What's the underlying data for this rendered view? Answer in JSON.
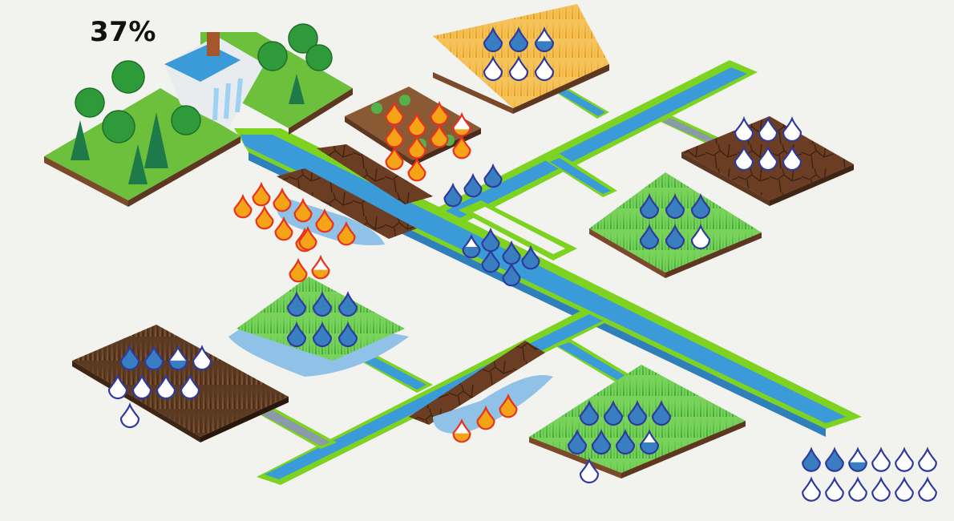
{
  "hud": {
    "percent_label": "37%",
    "reserve_drops": {
      "total": 12,
      "full": 2,
      "partial": 1,
      "partial_fill": 0.4
    }
  },
  "colors": {
    "background": "#f2f2ef",
    "canal_water": "#3b9ad8",
    "canal_bank": "#7ed321",
    "water_drop": "#3a7ec2",
    "drop_outline": "#2e3b9c",
    "fire_drop": "#f5a418",
    "fire_outline": "#e8321e",
    "crop_green": "#5cc84a",
    "wheat": "#f3b43a",
    "soil": "#7a4a2a"
  },
  "plots": [
    {
      "id": "forest-dam",
      "kind": "forest",
      "drops": []
    },
    {
      "id": "wheat-field",
      "kind": "wheat",
      "drop_type": "water",
      "drops": [
        {
          "fill": 1
        },
        {
          "fill": 1
        },
        {
          "fill": 0.45
        },
        {
          "fill": 0
        },
        {
          "fill": 0
        },
        {
          "fill": 0
        }
      ]
    },
    {
      "id": "carrot-field",
      "kind": "carrots",
      "drop_type": "fire",
      "drops": [
        {
          "fill": 1
        },
        {
          "fill": 1
        },
        {
          "fill": 1
        },
        {
          "fill": 0.3
        },
        {
          "fill": 1
        },
        {
          "fill": 1
        },
        {
          "fill": 1
        },
        {
          "fill": 1
        },
        {
          "fill": 1
        },
        {
          "fill": 1
        }
      ]
    },
    {
      "id": "dry-cracked-field",
      "kind": "dry",
      "drop_type": "water",
      "drops": [
        {
          "fill": 0
        },
        {
          "fill": 0
        },
        {
          "fill": 0
        },
        {
          "fill": 0
        },
        {
          "fill": 0
        },
        {
          "fill": 0
        }
      ]
    },
    {
      "id": "grass-field-east",
      "kind": "grass",
      "drop_type": "water",
      "drops": [
        {
          "fill": 1
        },
        {
          "fill": 1
        },
        {
          "fill": 1
        },
        {
          "fill": 1
        },
        {
          "fill": 1
        },
        {
          "fill": 0
        }
      ]
    },
    {
      "id": "flooded-grass-field",
      "kind": "grass",
      "drop_type": "water",
      "drops": [
        {
          "fill": 1
        },
        {
          "fill": 1
        },
        {
          "fill": 1
        },
        {
          "fill": 1
        },
        {
          "fill": 1
        },
        {
          "fill": 1
        }
      ]
    },
    {
      "id": "withered-field",
      "kind": "withered",
      "drop_type": "water",
      "drops": [
        {
          "fill": 1
        },
        {
          "fill": 1
        },
        {
          "fill": 0.4
        },
        {
          "fill": 0
        },
        {
          "fill": 0
        },
        {
          "fill": 0
        },
        {
          "fill": 0
        },
        {
          "fill": 0
        },
        {
          "fill": 0
        }
      ]
    },
    {
      "id": "grass-field-south",
      "kind": "grass",
      "drop_type": "water",
      "drops": [
        {
          "fill": 1
        },
        {
          "fill": 1
        },
        {
          "fill": 1
        },
        {
          "fill": 1
        },
        {
          "fill": 1
        },
        {
          "fill": 1
        },
        {
          "fill": 1
        },
        {
          "fill": 0.5
        },
        {
          "fill": 0
        }
      ]
    }
  ],
  "canal_drops": [
    {
      "id": "canal-upper",
      "drop_type": "water",
      "drops": [
        {
          "fill": 1
        },
        {
          "fill": 1
        },
        {
          "fill": 1
        }
      ]
    },
    {
      "id": "canal-middle",
      "drop_type": "water",
      "drops": [
        {
          "fill": 0.5
        },
        {
          "fill": 1
        },
        {
          "fill": 1
        },
        {
          "fill": 1
        },
        {
          "fill": 1
        },
        {
          "fill": 1
        }
      ]
    },
    {
      "id": "canal-west-fire",
      "drop_type": "fire",
      "drops": [
        {
          "fill": 1
        },
        {
          "fill": 1
        },
        {
          "fill": 1
        },
        {
          "fill": 1
        },
        {
          "fill": 1
        },
        {
          "fill": 1
        },
        {
          "fill": 1
        },
        {
          "fill": 1
        },
        {
          "fill": 1
        },
        {
          "fill": 1
        },
        {
          "fill": 1
        },
        {
          "fill": 0.4
        }
      ]
    },
    {
      "id": "canal-south-fire",
      "drop_type": "fire",
      "drops": [
        {
          "fill": 0.4
        },
        {
          "fill": 1
        },
        {
          "fill": 1
        }
      ]
    }
  ]
}
